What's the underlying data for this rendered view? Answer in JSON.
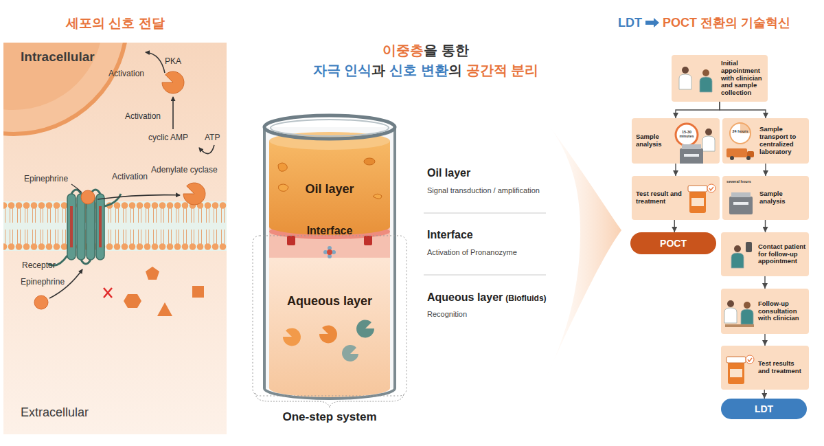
{
  "diagram": {
    "nodes": [
      {
        "text": [
          "Oil layer"
        ]
      },
      {
        "text": [
          "Interface"
        ]
      },
      {
        "text": [
          "Aqueous layer"
        ]
      },
      {
        "text": [
          "Initial appointment with clinician and sample collection"
        ]
      },
      {
        "text": [
          "Sample analysis",
          "15-30 minutes"
        ]
      },
      {
        "text": [
          "Sample transport to centralized laboratory",
          "24 hours"
        ]
      },
      {
        "text": [
          "Test result and treatment"
        ]
      },
      {
        "text": [
          "Sample analysis",
          "several hours"
        ]
      },
      {
        "text": [
          "POCT"
        ]
      },
      {
        "text": [
          "Contact patient for follow-up appointment"
        ]
      },
      {
        "text": [
          "Follow-up consultation with clinician"
        ]
      },
      {
        "text": [
          "Test results and treatment"
        ]
      },
      {
        "text": [
          "LDT"
        ]
      }
    ],
    "edges": [
      {
        "from": 3,
        "to": 4,
        "arrow": "to"
      },
      {
        "from": 3,
        "to": 5,
        "arrow": "to"
      },
      {
        "from": 4,
        "to": 6,
        "arrow": "to"
      },
      {
        "from": 6,
        "to": 8,
        "arrow": "to"
      },
      {
        "from": 5,
        "to": 7,
        "arrow": "to"
      },
      {
        "from": 7,
        "to": 9,
        "arrow": "to"
      },
      {
        "from": 9,
        "to": 10,
        "arrow": "to"
      },
      {
        "from": 10,
        "to": 11,
        "arrow": "to"
      },
      {
        "from": 11,
        "to": 12,
        "arrow": "to"
      }
    ],
    "labels": [
      "세포의 신호 전달",
      "Intracellular",
      "PKA",
      "Activation",
      "Activation",
      "cyclic AMP",
      "ATP",
      "Adenylate cyclase",
      "Epinephrine",
      "Activation",
      "Receptor",
      "Epinephrine",
      "Extracellular",
      "이중층",
      "을 통한",
      "자극 인식",
      "과",
      "신호 변환",
      "의",
      "공간적 분리",
      "Oil layer",
      "Signal transduction / amplification",
      "Interface",
      "Activation of Pronanozyme",
      "Aqueous layer",
      "(Biofluids)",
      "Recognition",
      "One-step system",
      "LDT",
      "POCT 전환의 기술혁신"
    ]
  }
}
